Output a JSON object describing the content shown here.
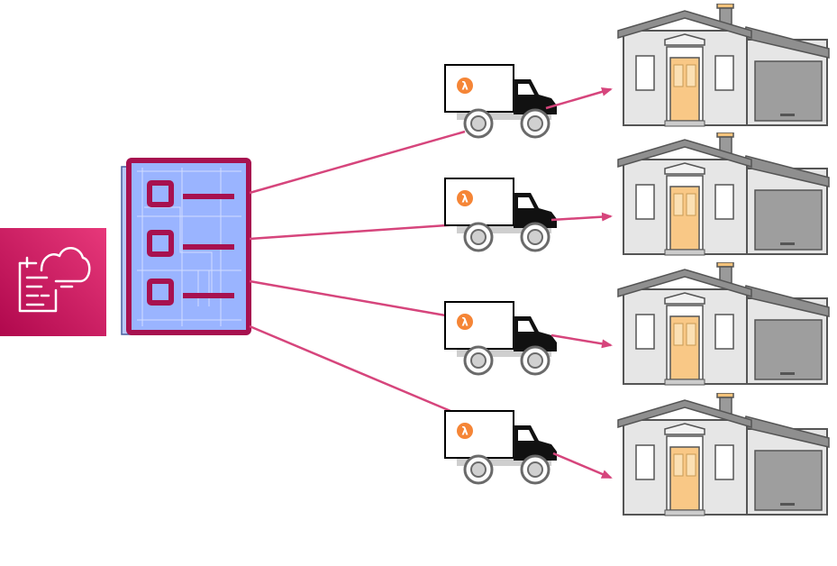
{
  "diagram": {
    "source_service": {
      "icon": "cloudformation-icon",
      "color_top": "#e7387a",
      "color_bottom": "#b0084d"
    },
    "blueprint": {
      "icon": "blueprint-icon",
      "paper_color": "#9ab4ff",
      "frame_color": "#a7114f",
      "rows": 3
    },
    "connector_color": "#d6457c",
    "trucks": [
      {
        "id": "truck-1",
        "badge": "λ",
        "badge_color": "#f58536"
      },
      {
        "id": "truck-2",
        "badge": "λ",
        "badge_color": "#f58536"
      },
      {
        "id": "truck-3",
        "badge": "λ",
        "badge_color": "#f58536"
      },
      {
        "id": "truck-4",
        "badge": "λ",
        "badge_color": "#f58536"
      }
    ],
    "houses": [
      {
        "id": "house-1",
        "icon": "house-icon"
      },
      {
        "id": "house-2",
        "icon": "house-icon"
      },
      {
        "id": "house-3",
        "icon": "house-icon"
      },
      {
        "id": "house-4",
        "icon": "house-icon"
      }
    ],
    "door_color": "#f9c886"
  }
}
